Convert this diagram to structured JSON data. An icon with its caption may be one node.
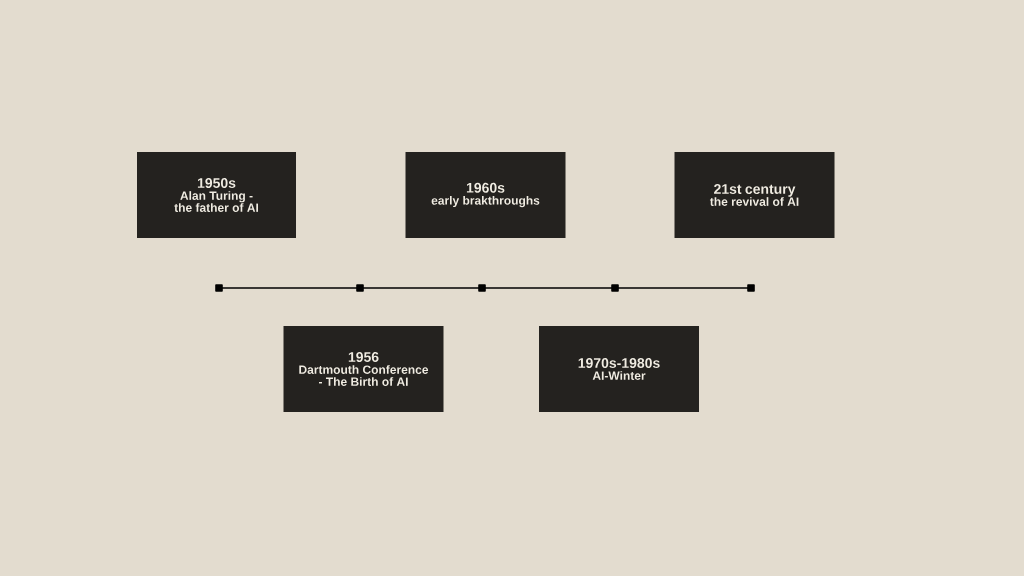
{
  "diagram": {
    "nodes": [
      {
        "text": [
          "1950s",
          "Alan Turing - the father of AI"
        ]
      },
      {
        "text": [
          "1956",
          "Dartmouth Conference - The Birth of AI"
        ]
      },
      {
        "text": [
          "1960s",
          "early brakthroughs"
        ]
      },
      {
        "text": [
          "1970s-1980s",
          "AI-Winter"
        ]
      },
      {
        "text": [
          "21st century",
          "the revival of AI"
        ]
      }
    ]
  }
}
